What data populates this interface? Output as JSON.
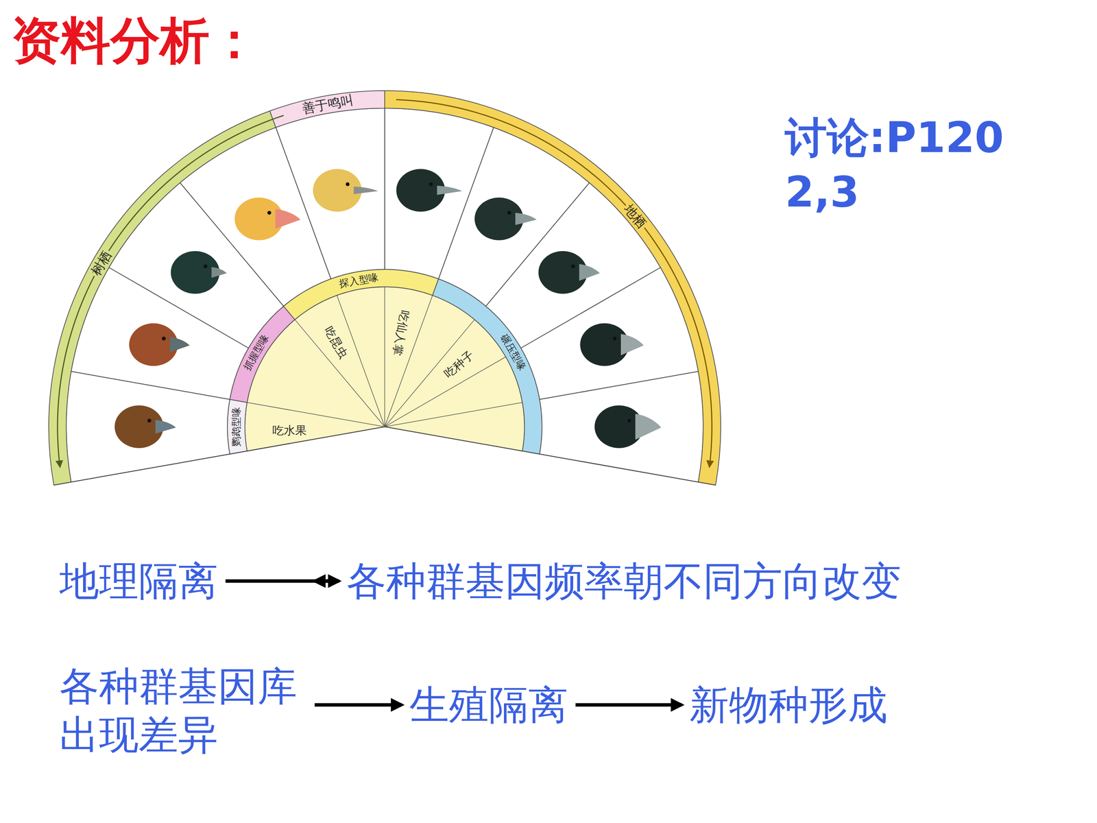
{
  "diagram": {
    "title": "资料分析：",
    "nodes": [
      {
        "text": [
          "地理隔离"
        ]
      },
      {
        "text": [
          "各种群基因频率朝不同方向改变"
        ]
      },
      {
        "text": [
          "各种群基因库出现差异"
        ]
      },
      {
        "text": [
          "生殖隔离"
        ]
      },
      {
        "text": [
          "新物种形成"
        ]
      }
    ],
    "edges": [
      {
        "from": 0,
        "to": 1,
        "arrow": "to"
      },
      {
        "from": 1,
        "to": 2,
        "arrow": "to"
      },
      {
        "from": 2,
        "to": 3,
        "arrow": "to"
      },
      {
        "from": 3,
        "to": 4,
        "arrow": "to"
      }
    ],
    "labels": [
      "树栖",
      "善于鸣叫",
      "地栖",
      "鹦鹉型喙",
      "抓握型喙",
      "探入型喙",
      "碾压型喙",
      "吃昆虫",
      "吃仙人掌",
      "吃种子",
      "吃水果",
      "讨论:P120 2,3"
    ]
  }
}
